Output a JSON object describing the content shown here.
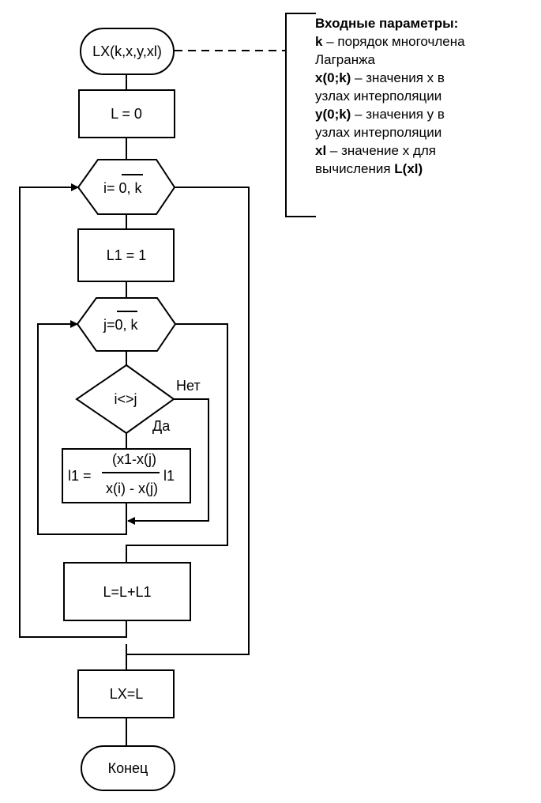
{
  "flowchart": {
    "start": "LX(k,x,y,xl)",
    "init_l": "L = 0",
    "loop_i": {
      "prefix": "i= ",
      "range": "0, k"
    },
    "init_l1": "L1 = 1",
    "loop_j": {
      "prefix": "j=",
      "range": "0, k"
    },
    "cond": "i<>j",
    "no": "Нет",
    "yes": "Да",
    "formula": {
      "lhs": "l1 = ",
      "numerator": "(x1-x(j)",
      "denominator": "x(i) - x(j)",
      "rhs": "l1"
    },
    "accumulate": "L=L+L1",
    "assign": "LX=L",
    "end": "Конец"
  },
  "note": {
    "title": "Входные параметры:",
    "items": [
      {
        "key": "k",
        "text": " – порядок многочлена"
      },
      {
        "key": "",
        "text": "Лагранжа"
      },
      {
        "key": "x(0;k)",
        "text": " – значения х в"
      },
      {
        "key": "",
        "text": "узлах интерполяции"
      },
      {
        "key": " y(0;k)",
        "text": " – значения у в"
      },
      {
        "key": "",
        "text": "узлах интерполяции"
      },
      {
        "key": "xl",
        "text": " – значение х для"
      },
      {
        "key": "",
        "text": "вычисления "
      },
      {
        "key": "L(xl)",
        "text": ""
      }
    ]
  }
}
